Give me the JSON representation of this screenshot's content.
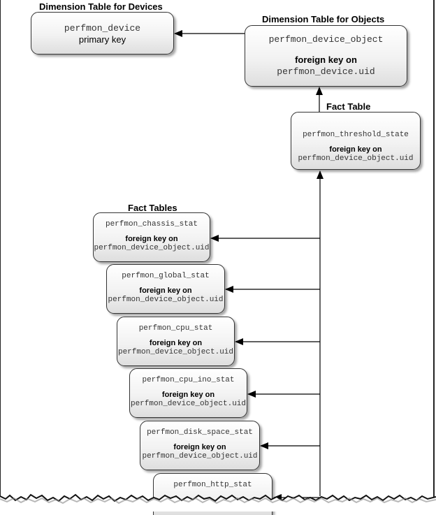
{
  "headings": {
    "devices": "Dimension Table for Devices",
    "objects": "Dimension Table for Objects",
    "fact_table": "Fact Table",
    "fact_tables": "Fact Tables"
  },
  "device_table": {
    "name": "perfmon_device",
    "key": "primary key"
  },
  "object_table": {
    "name": "perfmon_device_object",
    "key_label": "foreign key on",
    "key_ref": "perfmon_device.uid"
  },
  "threshold_table": {
    "name": "perfmon_threshold_state",
    "key_label": "foreign key on",
    "key_ref": "perfmon_device_object.uid"
  },
  "fact_tables": [
    {
      "name": "perfmon_chassis_stat",
      "key_label": "foreign key on",
      "key_ref": "perfmon_device_object.uid"
    },
    {
      "name": "perfmon_global_stat",
      "key_label": "foreign key on",
      "key_ref": "perfmon_device_object.uid"
    },
    {
      "name": "perfmon_cpu_stat",
      "key_label": "foreign key on",
      "key_ref": "perfmon_device_object.uid"
    },
    {
      "name": "perfmon_cpu_ino_stat",
      "key_label": "foreign key on",
      "key_ref": "perfmon_device_object.uid"
    },
    {
      "name": "perfmon_disk_space_stat",
      "key_label": "foreign key on",
      "key_ref": "perfmon_device_object.uid"
    },
    {
      "name": "perfmon_http_stat"
    }
  ]
}
